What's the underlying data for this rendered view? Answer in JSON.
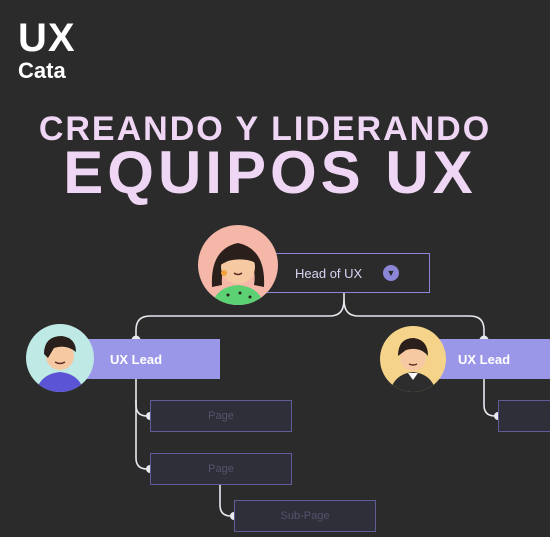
{
  "logo": {
    "line1": "UX",
    "line2": "Cata"
  },
  "headline": {
    "line1": "CREANDO Y LIDERANDO",
    "line2": "EQUIPOS UX"
  },
  "org_chart": {
    "head": {
      "label": "Head of UX"
    },
    "leads": [
      {
        "label": "UX Lead"
      },
      {
        "label": "UX Lead"
      }
    ],
    "pages": [
      {
        "label": "Page"
      },
      {
        "label": "Page"
      },
      {
        "label": "Sub-Page"
      },
      {
        "label": ""
      }
    ]
  },
  "colors": {
    "background": "#2b2b2b",
    "headline": "#efd6f4",
    "accent": "#9b97e8",
    "connector": "#e8e8ef"
  }
}
